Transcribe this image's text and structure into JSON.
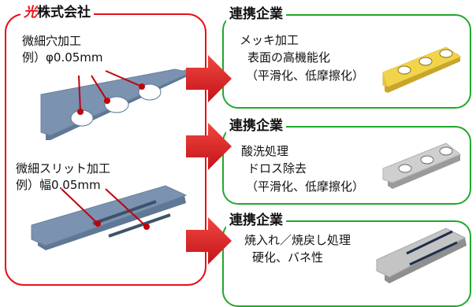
{
  "left_panel": {
    "title_mark": "光",
    "title_rest": "株式会社",
    "hole_label_1": "微細穴加工",
    "hole_label_2": "例）φ0.05mm",
    "slit_label_1": "微細スリット加工",
    "slit_label_2": "例）幅0.05mm"
  },
  "partners": [
    {
      "title": "連携企業",
      "line1": "メッキ加工",
      "line2": "表面の高機能化",
      "line3": "（平滑化、低摩擦化）"
    },
    {
      "title": "連携企業",
      "line1": "酸洗処理",
      "line2": "ドロス除去",
      "line3": "（平滑化、低摩擦化）"
    },
    {
      "title": "連携企業",
      "line1": "焼入れ／焼戻し処理",
      "line2": "硬化、バネ性"
    }
  ],
  "colors": {
    "left_border": "#e8101a",
    "right_border": "#22a82a",
    "arrow": "#d8191e",
    "plate_blue": "#7b93b0",
    "plate_yellow": "#f2d44a",
    "plate_gray": "#c9c9c9"
  }
}
